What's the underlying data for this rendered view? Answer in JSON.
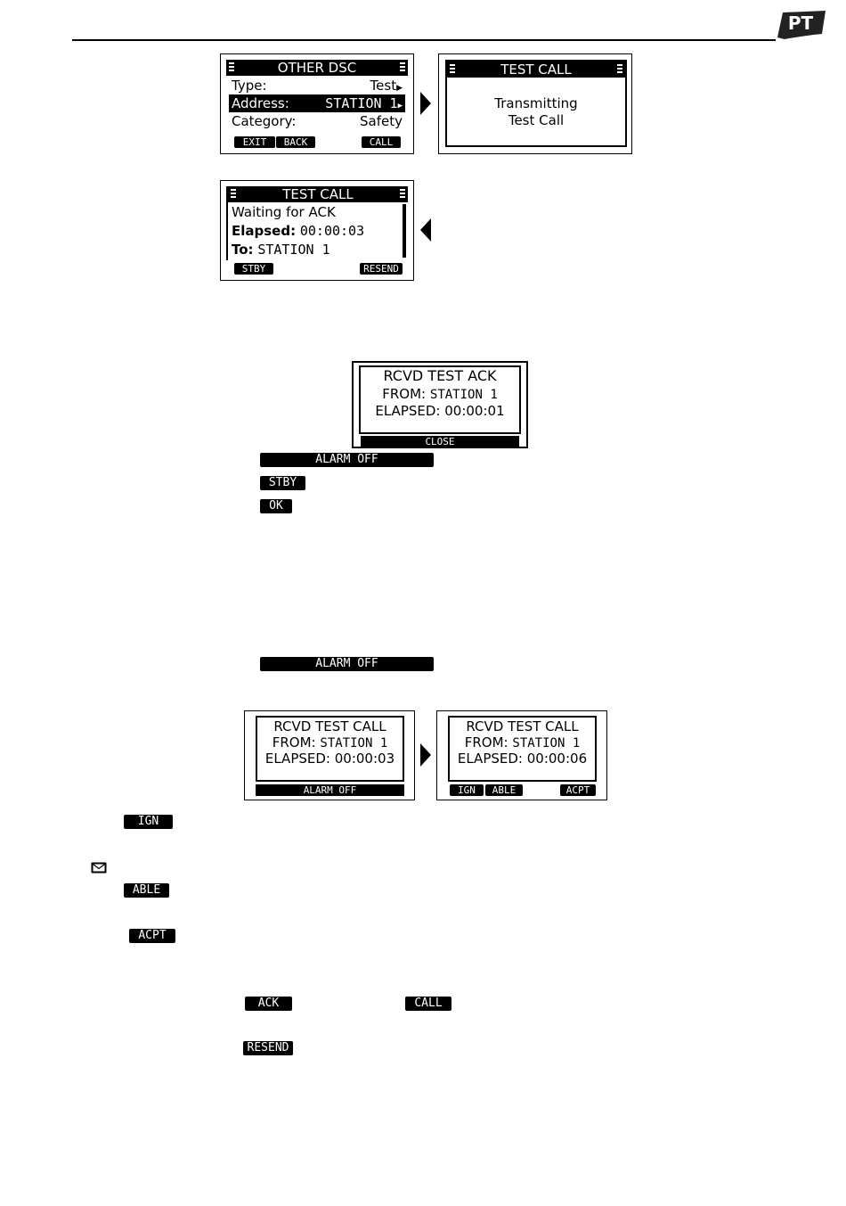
{
  "header": {
    "badge": "PT"
  },
  "screen1": {
    "title": "OTHER DSC",
    "rows": [
      {
        "label": "Type:",
        "value": "Test"
      },
      {
        "label": "Address:",
        "value": "STATION 1"
      },
      {
        "label": "Category:",
        "value": "Safety"
      }
    ],
    "softkeys": {
      "exit": "EXIT",
      "back": "BACK",
      "call": "CALL"
    }
  },
  "screen2": {
    "title": "TEST CALL",
    "line1": "Transmitting",
    "line2": "Test Call"
  },
  "screen3": {
    "title": "TEST CALL",
    "line1": "Waiting for ACK",
    "elapsed_label": "Elapsed:",
    "elapsed_value": "00:00:03",
    "to_label": "To:",
    "to_value": "STATION 1",
    "softkeys": {
      "stby": "STBY",
      "resend": "RESEND"
    }
  },
  "screen4": {
    "title": "RCVD TEST ACK",
    "from_label": "FROM:",
    "from_value": "STATION 1",
    "elapsed_label": "ELAPSED:",
    "elapsed_value": "00:00:01",
    "softkey": "CLOSE"
  },
  "keys": {
    "alarm_off_1": "ALARM OFF",
    "stby": "STBY",
    "ok": "OK",
    "alarm_off_2": "ALARM OFF",
    "ign": "IGN",
    "able": "ABLE",
    "acpt": "ACPT",
    "ack": "ACK",
    "call": "CALL",
    "resend": "RESEND"
  },
  "screen5": {
    "title": "RCVD TEST CALL",
    "from_label": "FROM:",
    "from_value": "STATION 1",
    "elapsed_label": "ELAPSED:",
    "elapsed_value": "00:00:03",
    "softkey": "ALARM OFF"
  },
  "screen6": {
    "title": "RCVD TEST CALL",
    "from_label": "FROM:",
    "from_value": "STATION 1",
    "elapsed_label": "ELAPSED:",
    "elapsed_value": "00:00:06",
    "softkeys": {
      "ign": "IGN",
      "able": "ABLE",
      "acpt": "ACPT"
    }
  }
}
